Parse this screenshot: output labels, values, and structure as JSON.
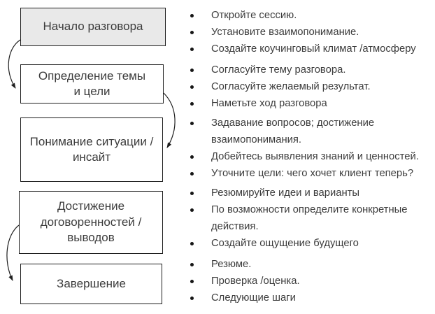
{
  "palette": {
    "box_border": "#1f1f1f",
    "box_fill": "#ffffff",
    "box_fill_highlight": "#e9e9e9",
    "text": "#3c3c3c",
    "bullet": "#161616",
    "arrow": "#1f1f1f"
  },
  "stages": [
    {
      "box_label": "Начало разговора",
      "bullets": [
        "Откройте сессию.",
        "Установите взаимопонимание.",
        "Создайте коучинговый климат /атмосферу"
      ]
    },
    {
      "box_label": "Определение темы и цели",
      "bullets": [
        "Согласуйте тему разговора.",
        "Согласуйте желаемый результат.",
        "Наметьте ход разговора"
      ]
    },
    {
      "box_label": "Понимание ситуации / инсайт",
      "bullets": [
        "Задавание вопросов; достижение взаимопонимания.",
        "Добейтесь выявления знаний и ценностей.",
        "Уточните цели: чего хочет клиент теперь?"
      ]
    },
    {
      "box_label": "Достижение договоренностей / выводов",
      "bullets": [
        "Резюмируйте идеи и варианты",
        "По возможности определите конкретные действия.",
        "Создайте ощущение будущего"
      ]
    },
    {
      "box_label": "Завершение",
      "bullets": [
        "Резюме.",
        "Проверка /оценка.",
        "Следующие шаги"
      ]
    }
  ]
}
